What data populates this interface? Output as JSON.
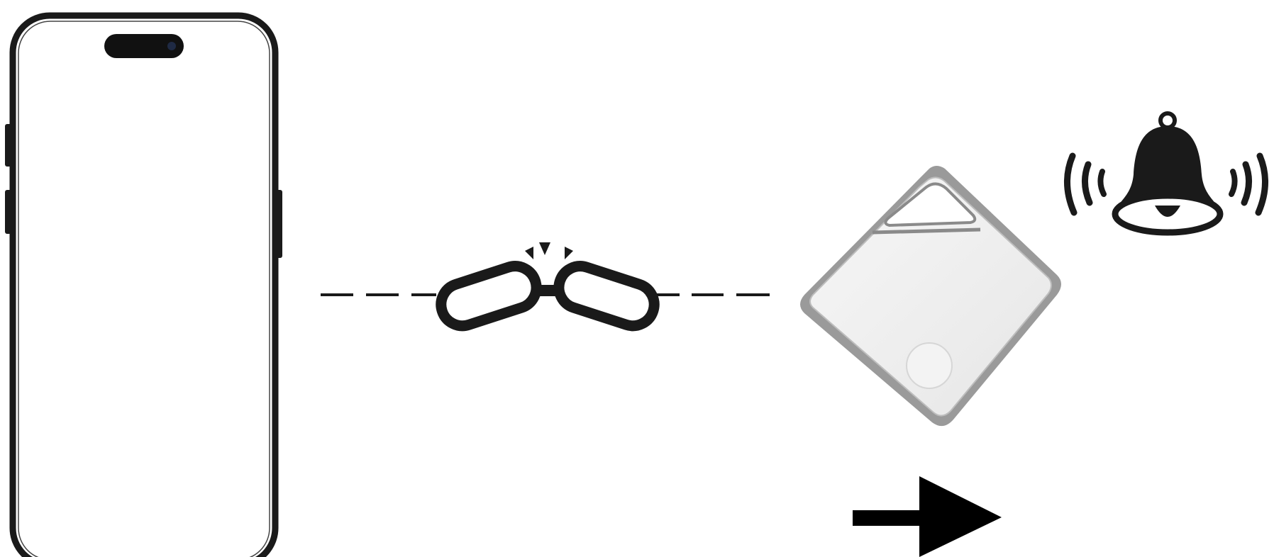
{
  "diagram": {
    "elements": [
      {
        "name": "smartphone",
        "icon": "smartphone-outline-icon"
      },
      {
        "name": "connection",
        "icon": "broken-chain-link-icon"
      },
      {
        "name": "tracker-tag",
        "icon": "diamond-tracker-tag-icon"
      },
      {
        "name": "alarm",
        "icon": "ringing-bell-icon"
      },
      {
        "name": "direction",
        "icon": "right-arrow-icon"
      }
    ],
    "colors": {
      "outline": "#1a1a1a",
      "tag_body": "#f1f1f1",
      "tag_edge": "#8a8a8a"
    }
  }
}
